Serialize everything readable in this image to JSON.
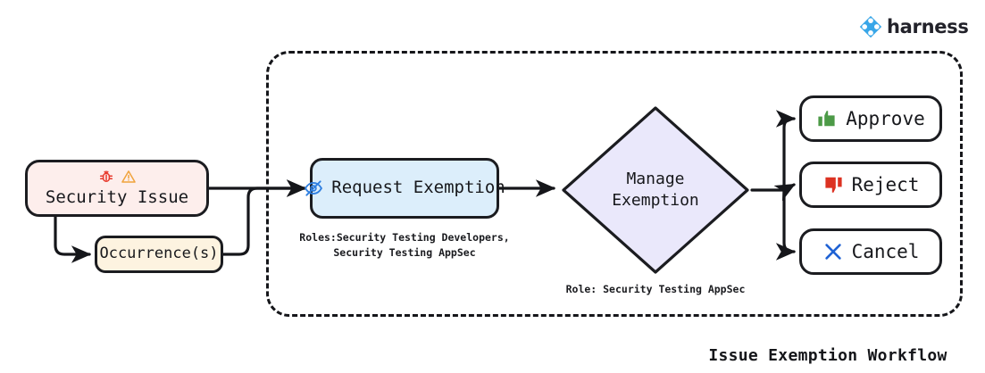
{
  "brand": {
    "name": "harness",
    "logo_icon": "harness-diamond-logo",
    "color": "#38a6e8"
  },
  "diagram": {
    "title": "Issue Exemption Workflow",
    "group_label": "",
    "nodes": {
      "security_issue": {
        "label": "Security Issue",
        "icons": [
          "bug-icon",
          "warning-triangle-icon"
        ],
        "fill": "#fdeeec",
        "icon_colors": {
          "bug": "#e8392c",
          "warning": "#f0a33c"
        }
      },
      "occurrences": {
        "label": "Occurrence(s)",
        "fill": "#fdf3e0"
      },
      "request_exemption": {
        "label": "Request Exemption",
        "icon": "eye-off-icon",
        "icon_color": "#2f7fe0",
        "fill": "#dceefb",
        "caption": "Roles:Security Testing Developers,\nSecurity Testing AppSec"
      },
      "manage_exemption": {
        "label": "Manage\nExemption",
        "fill": "#eae8fb",
        "caption": "Role: Security Testing AppSec"
      }
    },
    "actions": [
      {
        "label": "Approve",
        "icon": "thumbs-up-icon",
        "icon_color": "#4c9a47"
      },
      {
        "label": "Reject",
        "icon": "thumbs-down-icon",
        "icon_color": "#dc3222"
      },
      {
        "label": "Cancel",
        "icon": "x-close-icon",
        "icon_color": "#1f62d4"
      }
    ]
  }
}
